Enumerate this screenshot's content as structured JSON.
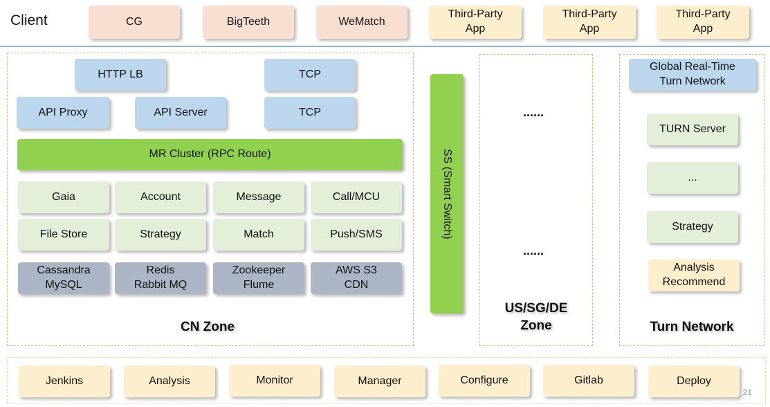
{
  "client": {
    "label": "Client",
    "apps": [
      "CG",
      "BigTeeth",
      "WeMatch"
    ],
    "third_party": [
      "Third-Party\nApp",
      "Third-Party\nApp",
      "Third-Party\nApp"
    ]
  },
  "cn_zone": {
    "label": "CN Zone",
    "http_lb": "HTTP LB",
    "tcp1": "TCP",
    "api_proxy": "API Proxy",
    "api_server": "API Server",
    "tcp2": "TCP",
    "mr_cluster": "MR Cluster (RPC Route)",
    "services_row1": [
      "Gaia",
      "Account",
      "Message",
      "Call/MCU"
    ],
    "services_row2": [
      "File Store",
      "Strategy",
      "Match",
      "Push/SMS"
    ],
    "storage": [
      "Cassandra\nMySQL",
      "Redis\nRabbit MQ",
      "Zookeeper\nFlume",
      "AWS S3\nCDN"
    ]
  },
  "smart_switch": "SS (Smart Switch)",
  "us_zone": {
    "label": "US/SG/DE\nZone",
    "dots_top": "......",
    "dots_bottom": "......"
  },
  "turn_network": {
    "label": "Turn Network",
    "global": "Global Real-Time\nTurn Network",
    "turn_server": "TURN Server",
    "dots": "...",
    "strategy": "Strategy",
    "analysis": "Analysis\nRecommend"
  },
  "tools": [
    "Jenkins",
    "Analysis",
    "Monitor",
    "Manager",
    "Configure",
    "Gitlab",
    "Deploy"
  ],
  "page_number": "21"
}
